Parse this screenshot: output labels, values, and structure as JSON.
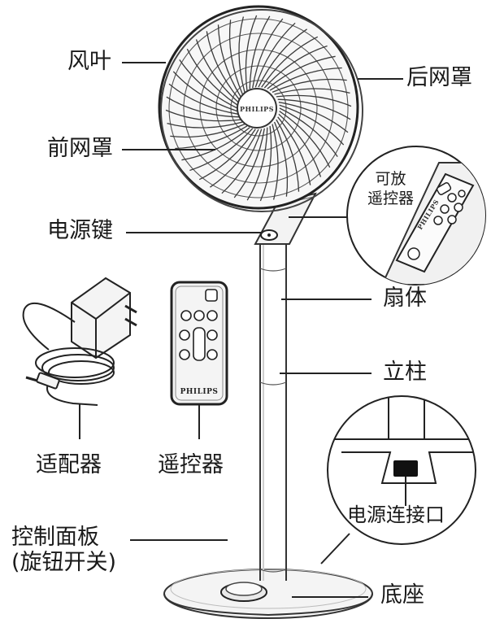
{
  "labels": {
    "fan_blade": "风叶",
    "front_grille": "前网罩",
    "power_key": "电源键",
    "rear_grille": "后网罩",
    "remote_storage": "可放\n遥控器",
    "fan_body": "扇体",
    "column": "立柱",
    "adapter": "适配器",
    "remote": "遥控器",
    "power_port": "电源连接口",
    "control_panel": "控制面板\n(旋钮开关)",
    "base": "底座"
  },
  "brand": {
    "hub": "PHILIPS",
    "remote": "PHILIPS",
    "inset_remote": "PHILIPS"
  }
}
